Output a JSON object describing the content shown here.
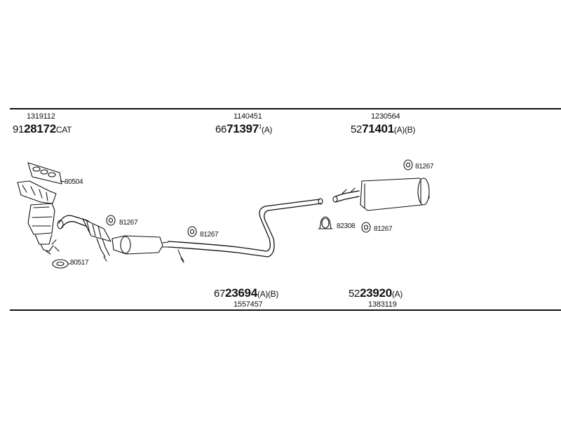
{
  "top_parts": [
    {
      "number": "1319112",
      "prefix": "91",
      "main": "28172",
      "suffix": "CAT"
    },
    {
      "number": "1140451",
      "prefix": "66",
      "main": "71397",
      "mark": "1",
      "suffix": "(A)"
    },
    {
      "number": "1230564",
      "prefix": "52",
      "main": "71401",
      "suffix": "(A)(B)"
    }
  ],
  "bottom_parts": [
    {
      "number": "1557457",
      "prefix": "67",
      "main": "23694",
      "suffix": "(A)(B)"
    },
    {
      "number": "1383119",
      "prefix": "52",
      "main": "23920",
      "suffix": "(A)"
    }
  ],
  "callouts": {
    "gasket_top": "80504",
    "gasket_bottom": "80517",
    "ring_front": "81267",
    "ring_middle": "81267",
    "ring_rear_top": "81267",
    "ring_rear_bottom": "81267",
    "clamp": "82308"
  }
}
